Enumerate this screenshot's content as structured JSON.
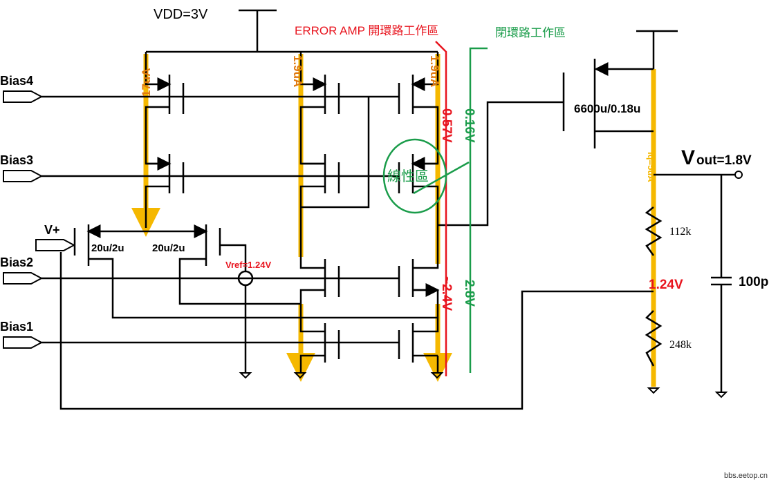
{
  "title_vdd": "VDD=3V",
  "error_amp_label": "ERROR AMP 開環路工作區",
  "closed_loop_label": "閉環路工作區",
  "currents": {
    "left": "17uA",
    "mid": "1.9uA",
    "right": "1.9uA",
    "output": "Iq=5uA"
  },
  "voltages": {
    "open_top": "0.57V",
    "closed_top": "0.16V",
    "open_bottom": "~2.4V",
    "closed_bottom": "2.8V",
    "fb": "1.24V",
    "vref": "Vref=1.24V"
  },
  "linear_region": "線性區",
  "bias": {
    "b4": "Bias4",
    "b3": "Bias3",
    "b2": "Bias2",
    "b1": "Bias1",
    "vplus": "V+"
  },
  "sizes": {
    "pair_left": "20u/2u",
    "pair_right": "20u/2u",
    "pass": "6600u/0.18u"
  },
  "vout": {
    "v": "V",
    "rest": "out=1.8V"
  },
  "resistors": {
    "r1": "112k",
    "r2": "248k"
  },
  "cap": "100p",
  "watermark": "bbs.eetop.cn",
  "colors": {
    "current": "#f5b800",
    "open_loop": "#e8141e",
    "closed_loop": "#1a9c4a"
  }
}
